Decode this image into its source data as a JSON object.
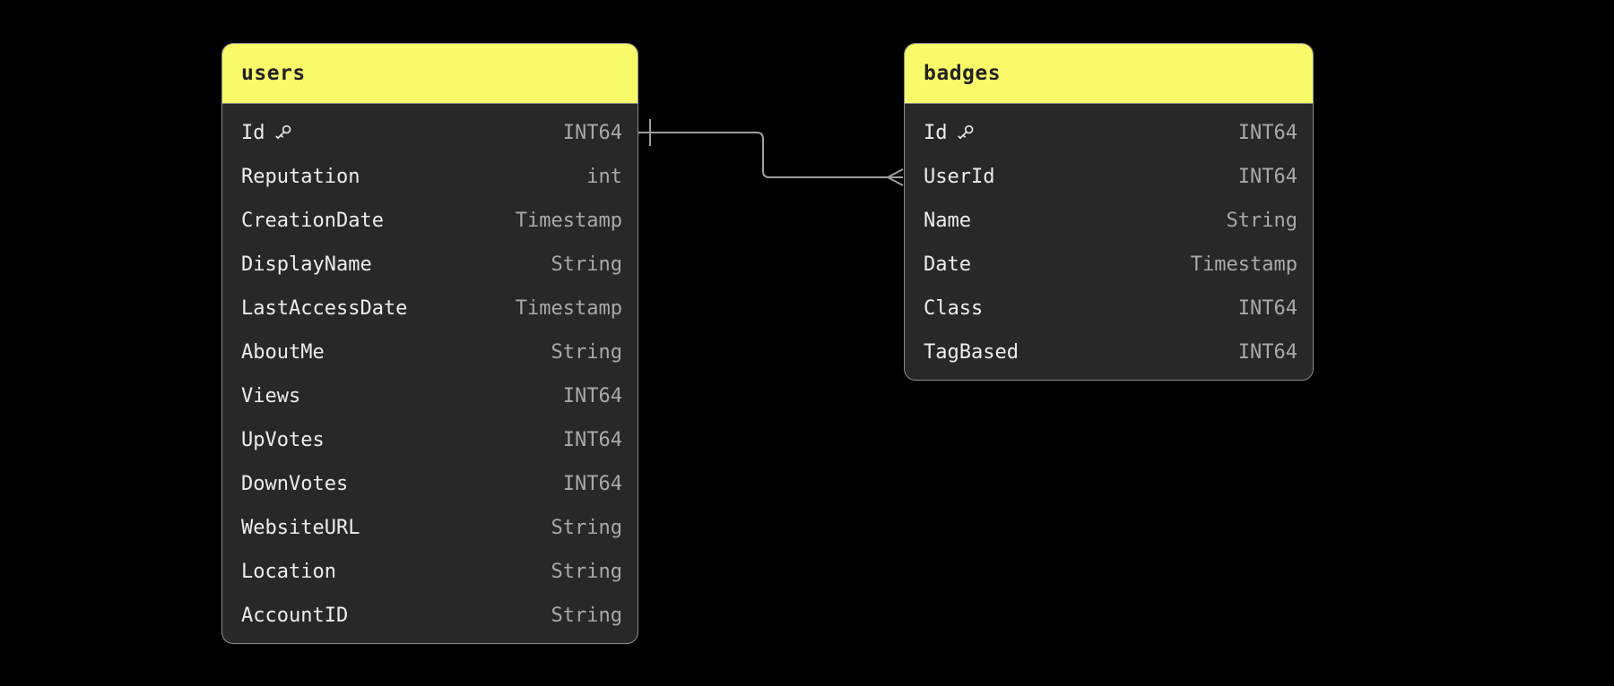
{
  "diagram": {
    "colors": {
      "background": "#000000",
      "header_fill": "#f9fa6a",
      "header_text": "#222222",
      "body_fill": "#282828",
      "border": "#8c8c8c",
      "field_text": "#ededed",
      "type_text": "#a9a9a9",
      "wire": "#9e9e9e"
    }
  },
  "tables": [
    {
      "title": "users",
      "fields": [
        {
          "name": "Id",
          "type": "INT64",
          "key": true
        },
        {
          "name": "Reputation",
          "type": "int",
          "key": false
        },
        {
          "name": "CreationDate",
          "type": "Timestamp",
          "key": false
        },
        {
          "name": "DisplayName",
          "type": "String",
          "key": false
        },
        {
          "name": "LastAccessDate",
          "type": "Timestamp",
          "key": false
        },
        {
          "name": "AboutMe",
          "type": "String",
          "key": false
        },
        {
          "name": "Views",
          "type": "INT64",
          "key": false
        },
        {
          "name": "UpVotes",
          "type": "INT64",
          "key": false
        },
        {
          "name": "DownVotes",
          "type": "INT64",
          "key": false
        },
        {
          "name": "WebsiteURL",
          "type": "String",
          "key": false
        },
        {
          "name": "Location",
          "type": "String",
          "key": false
        },
        {
          "name": "AccountID",
          "type": "String",
          "key": false
        }
      ]
    },
    {
      "title": "badges",
      "fields": [
        {
          "name": "Id",
          "type": "INT64",
          "key": true
        },
        {
          "name": "UserId",
          "type": "INT64",
          "key": false
        },
        {
          "name": "Name",
          "type": "String",
          "key": false
        },
        {
          "name": "Date",
          "type": "Timestamp",
          "key": false
        },
        {
          "name": "Class",
          "type": "INT64",
          "key": false
        },
        {
          "name": "TagBased",
          "type": "INT64",
          "key": false
        }
      ]
    }
  ],
  "relationship": {
    "from_table": "users",
    "from_field": "Id",
    "to_table": "badges",
    "to_field": "UserId",
    "from_cardinality": "one",
    "to_cardinality": "many"
  }
}
